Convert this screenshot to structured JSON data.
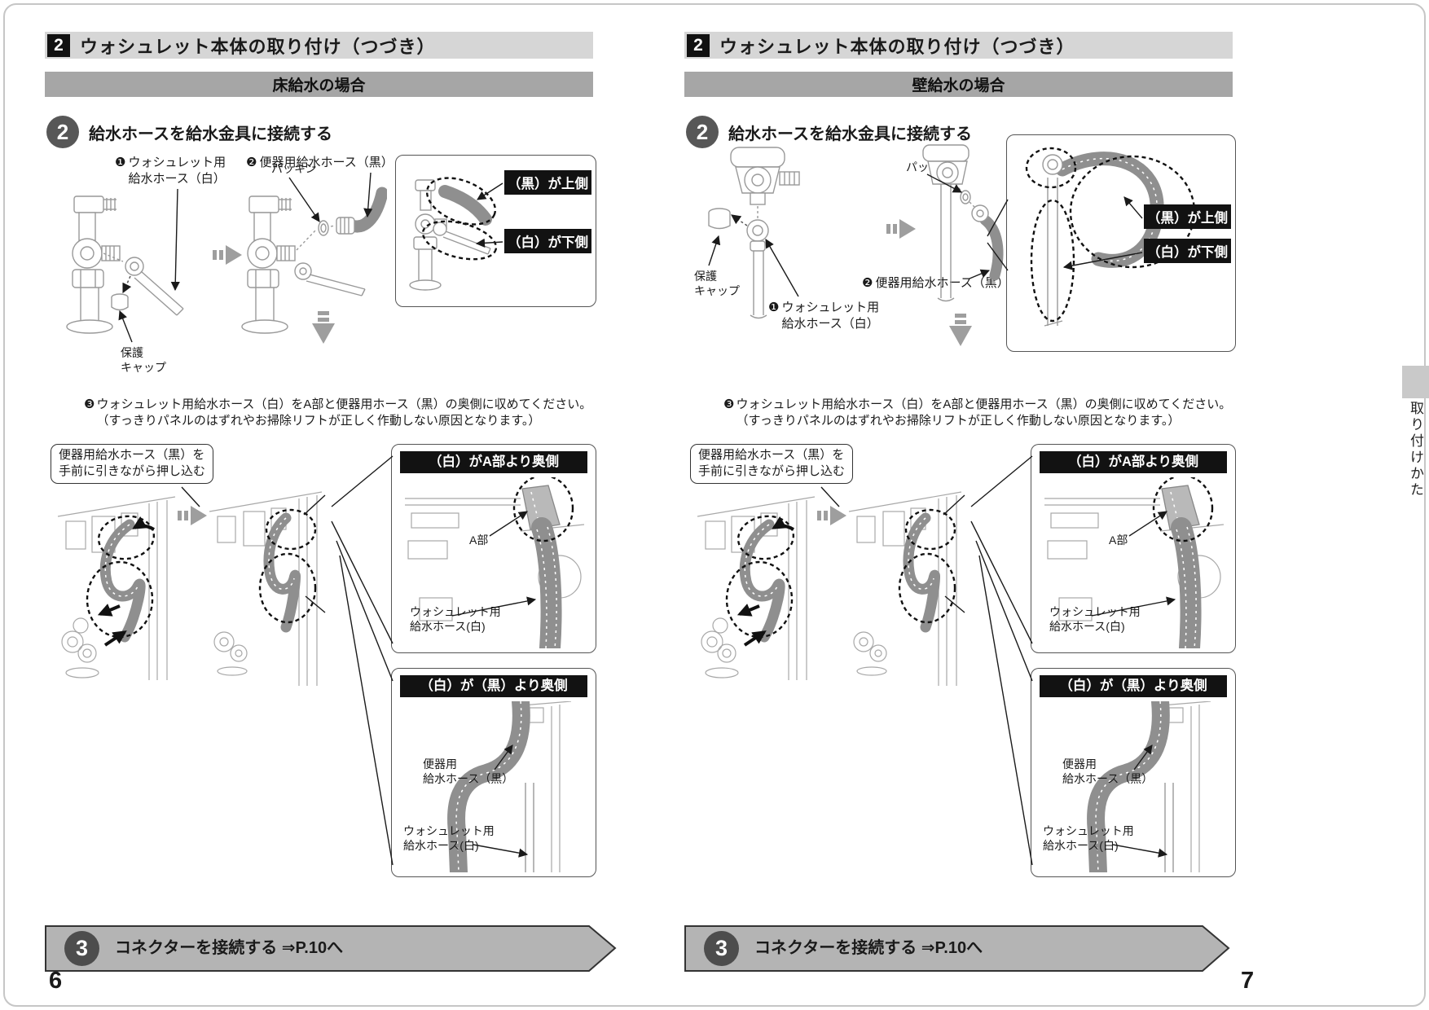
{
  "document": {
    "kind": "installation-manual-spread",
    "side_tab": "取り付けかた"
  },
  "common": {
    "section_number": "2",
    "section_title": "ウォシュレット本体の取り付け（つづき）",
    "step2_number": "2",
    "step2_title": "給水ホースを給水金具に接続する",
    "note3_marker": "❸",
    "note3_line1": "ウォシュレット用給水ホース（白）をA部と便器用ホース（黒）の奥側に収めてください。",
    "note3_line2": "（すっきりパネルのはずれやお掃除リフトが正しく作動しない原因となります。）",
    "step3_number": "3",
    "step3_title": "コネクターを接続する ⇒P.10へ",
    "labels": {
      "washlet_hose_marker": "❶",
      "washlet_hose": "ウォシュレット用\n給水ホース（白）",
      "toilet_hose_marker": "❷",
      "toilet_hose": "便器用給水ホース（黒）",
      "packing": "パッキン",
      "protective_cap": "保護\nキャップ",
      "push_callout": "便器用給水ホース（黒）を\n手前に引きながら押し込む",
      "black_on_top": "（黒）が上側",
      "white_on_bottom": "（白）が下側",
      "detail1_title": "（白）がA部より奥側",
      "detail1_part_a": "A部",
      "detail1_hose_white": "ウォシュレット用\n給水ホース(白)",
      "detail2_title": "（白）が（黒）より奥側",
      "detail2_hose_black": "便器用\n給水ホース（黒）",
      "detail2_hose_white": "ウォシュレット用\n給水ホース(白)"
    }
  },
  "pages": {
    "left": {
      "banner": "床給水の場合",
      "page_number": "6"
    },
    "right": {
      "banner": "壁給水の場合",
      "page_number": "7"
    }
  },
  "colors": {
    "header_bar": "#d6d6d6",
    "case_banner": "#a6a6a6",
    "badge_dark": "#575757",
    "label_box_black": "#121212",
    "hose_gray": "#8f8f8f",
    "line_art_gray": "#999999",
    "next_banner_gray": "#b4b4b4"
  }
}
